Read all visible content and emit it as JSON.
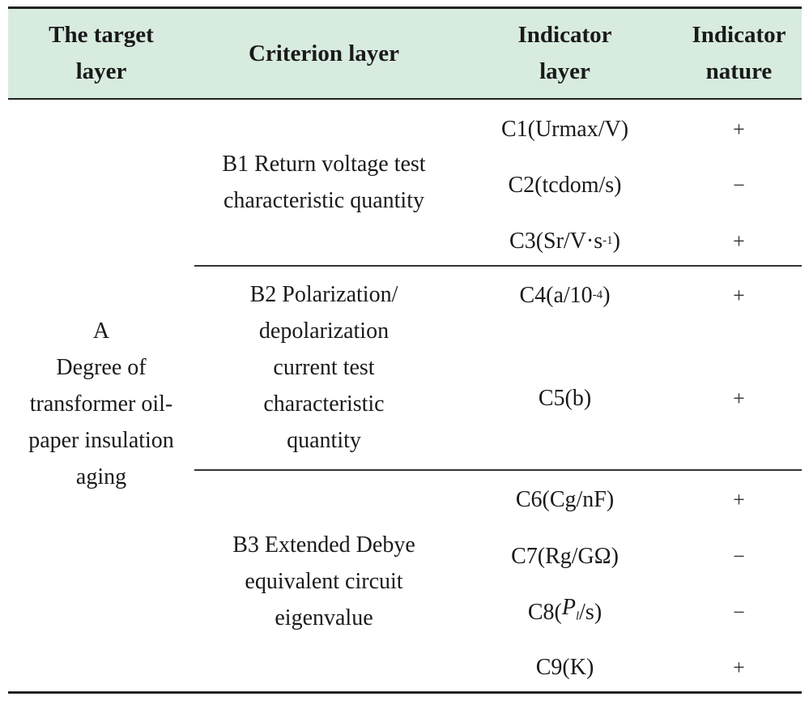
{
  "header": {
    "target": "The target layer",
    "criterion": "Criterion layer",
    "indicator": "Indicator layer",
    "nature": "Indicator nature"
  },
  "target": {
    "code": "A",
    "text": "Degree of transformer oil-paper insulation aging"
  },
  "criteria": [
    {
      "label": "B1 Return voltage test characteristic quantity"
    },
    {
      "label": "B2 Polarization/ depolarization current test characteristic quantity"
    },
    {
      "label": "B3 Extended Debye equivalent circuit eigenvalue"
    }
  ],
  "indicators": [
    {
      "pre": "C1(Urmax/V)",
      "sup": "",
      "post": "",
      "nature": "+"
    },
    {
      "pre": "C2(tcdom/s)",
      "sup": "",
      "post": "",
      "nature": "−"
    },
    {
      "pre": "C3(Sr/V·s",
      "sup": "-1",
      "post": ")",
      "nature": "+"
    },
    {
      "pre": "C4(a/10",
      "sup": "-4",
      "post": ")",
      "nature": "+"
    },
    {
      "pre": "C5(b)",
      "sup": "",
      "post": "",
      "nature": "+"
    },
    {
      "pre": "C6(Cg/nF)",
      "sup": "",
      "post": "",
      "nature": "+"
    },
    {
      "pre": "C7(Rg/GΩ)",
      "sup": "",
      "post": "",
      "nature": "−"
    },
    {
      "pre": "C8(",
      "ital": "P",
      "isub": "l",
      "post": "/s)",
      "nature": "−"
    },
    {
      "pre": "C9(K)",
      "sup": "",
      "post": "",
      "nature": "+"
    }
  ]
}
